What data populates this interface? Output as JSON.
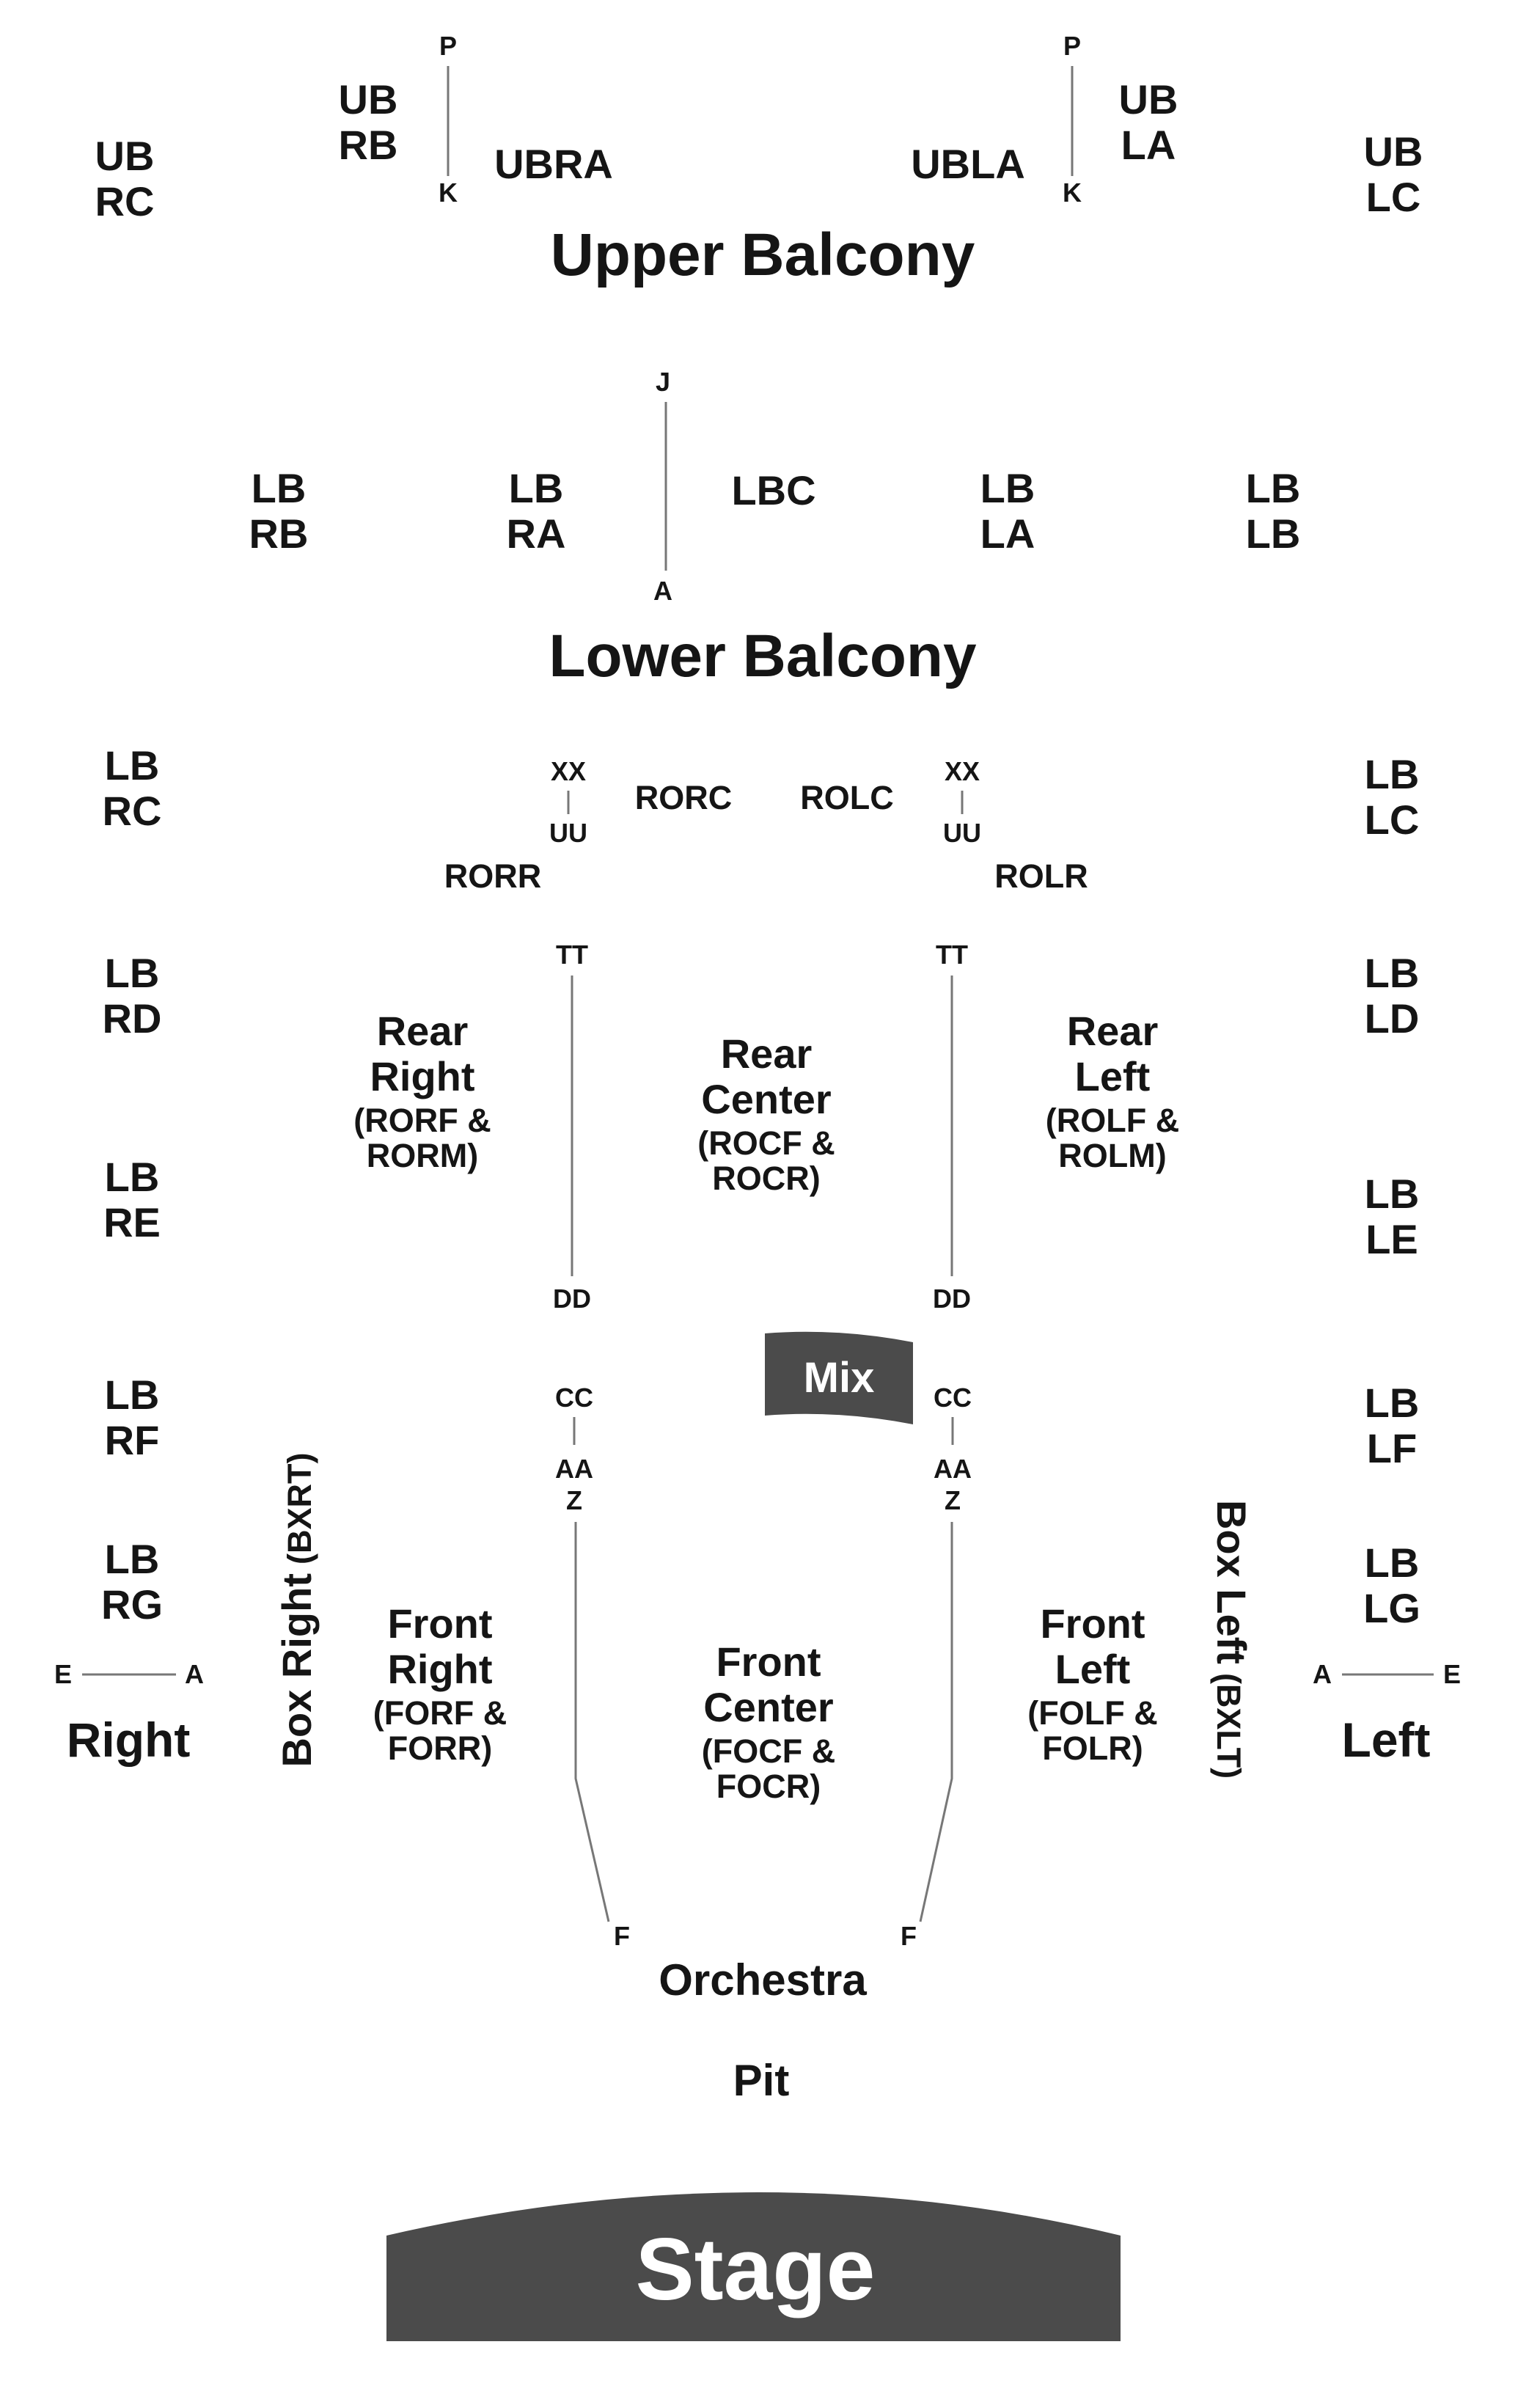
{
  "colors": {
    "text": "#151515",
    "divider": "#777777",
    "block_fill": "#4b4b4b",
    "block_text": "#ffffff"
  },
  "areas": {
    "upper_balcony": "Upper Balcony",
    "lower_balcony": "Lower Balcony",
    "orchestra": "Orchestra",
    "pit": "Pit",
    "stage": "Stage",
    "mix": "Mix",
    "right": "Right",
    "left": "Left"
  },
  "upper_balcony": {
    "ub_rc": [
      "UB",
      "RC"
    ],
    "ub_rb": [
      "UB",
      "RB"
    ],
    "ubra": "UBRA",
    "ubla": "UBLA",
    "ub_la": [
      "UB",
      "LA"
    ],
    "ub_lc": [
      "UB",
      "LC"
    ],
    "rows_right": {
      "top": "P",
      "bottom": "K"
    },
    "rows_left": {
      "top": "P",
      "bottom": "K"
    }
  },
  "lower_balcony": {
    "lb_rb": [
      "LB",
      "RB"
    ],
    "lb_ra": [
      "LB",
      "RA"
    ],
    "lbc": "LBC",
    "lb_la": [
      "LB",
      "LA"
    ],
    "lb_lb": [
      "LB",
      "LB"
    ],
    "rows": {
      "top": "J",
      "bottom": "A"
    }
  },
  "side_right": {
    "lb_rc": [
      "LB",
      "RC"
    ],
    "lb_rd": [
      "LB",
      "RD"
    ],
    "lb_re": [
      "LB",
      "RE"
    ],
    "lb_rf": [
      "LB",
      "RF"
    ],
    "lb_rg": [
      "LB",
      "RG"
    ]
  },
  "side_left": {
    "lb_lc": [
      "LB",
      "LC"
    ],
    "lb_ld": [
      "LB",
      "LD"
    ],
    "lb_le": [
      "LB",
      "LE"
    ],
    "lb_lf": [
      "LB",
      "LF"
    ],
    "lb_lg": [
      "LB",
      "LG"
    ]
  },
  "rear_orchestra": {
    "rorc": "RORC",
    "rolc": "ROLC",
    "rorr": "RORR",
    "rolr": "ROLR",
    "rear_right": [
      "Rear",
      "Right",
      "(RORF &",
      "RORM)"
    ],
    "rear_center": [
      "Rear",
      "Center",
      "(ROCF &",
      "ROCR)"
    ],
    "rear_left": [
      "Rear",
      "Left",
      "(ROLF &",
      "ROLM)"
    ]
  },
  "front_orchestra": {
    "front_right": [
      "Front",
      "Right",
      "(FORF &",
      "FORR)"
    ],
    "front_center": [
      "Front",
      "Center",
      "(FOCF &",
      "FOCR)"
    ],
    "front_left": [
      "Front",
      "Left",
      "(FOLF &",
      "FOLR)"
    ]
  },
  "boxes": {
    "box_right": "Box Right",
    "box_right_code": "(BXRT)",
    "box_left": "Box Left",
    "box_left_code": "(BXLT)",
    "right_rows": {
      "from": "E",
      "to": "A"
    },
    "left_rows": {
      "from": "A",
      "to": "E"
    }
  },
  "row_markers": {
    "xx": "XX",
    "uu": "UU",
    "tt": "TT",
    "dd": "DD",
    "cc": "CC",
    "aa": "AA",
    "z": "Z",
    "f": "F"
  }
}
